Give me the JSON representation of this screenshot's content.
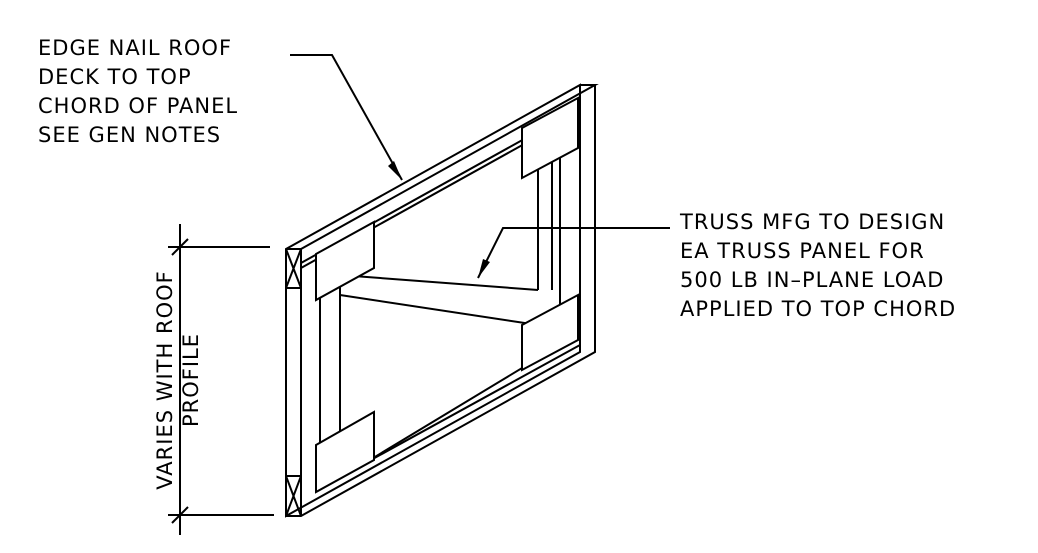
{
  "notes": {
    "edge_nail": [
      "EDGE NAIL ROOF",
      "DECK TO TOP",
      "CHORD OF PANEL",
      "SEE GEN NOTES"
    ],
    "truss_mfg": [
      "TRUSS MFG TO DESIGN",
      "EA TRUSS PANEL FOR",
      "500 LB IN–PLANE LOAD",
      "APPLIED TO TOP CHORD"
    ]
  },
  "dimension": {
    "line1": "VARIES WITH ROOF",
    "line2": "PROFILE"
  }
}
